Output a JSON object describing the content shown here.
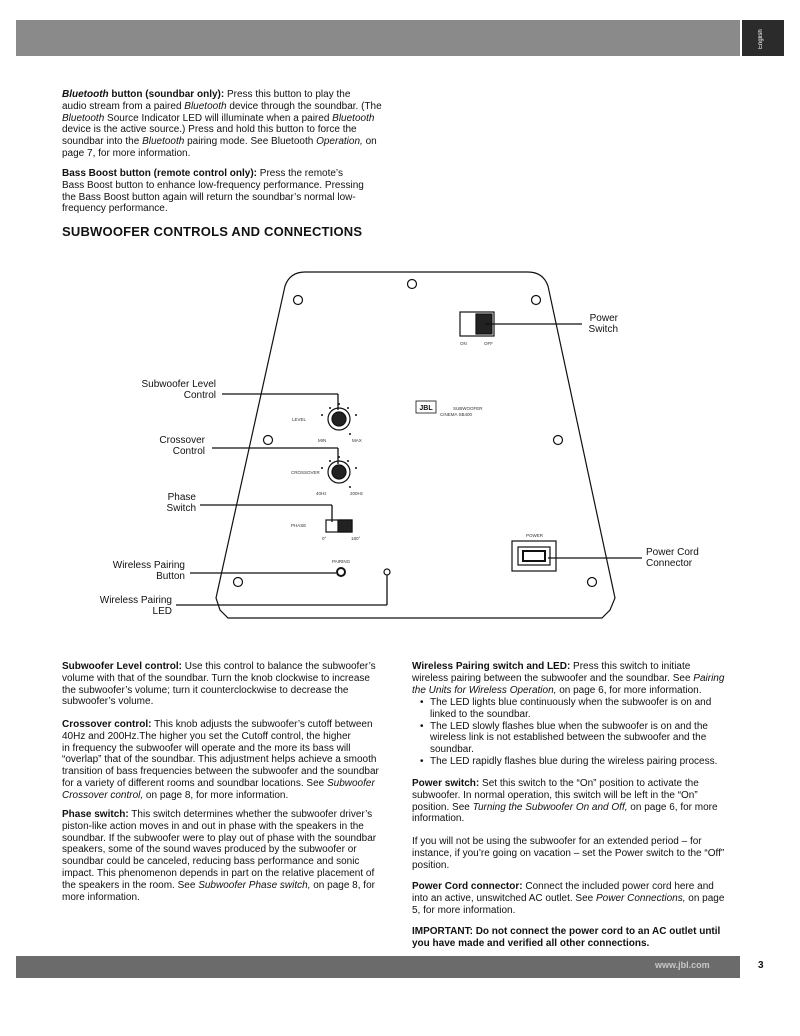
{
  "header": {
    "language_tab": "English"
  },
  "intro": {
    "bluetooth": {
      "term_italic": "Bluetooth",
      "term_rest": " button (soundbar only):",
      "l1": " Press this button to play the",
      "l2a": "audio stream from a paired ",
      "l2i": "Bluetooth",
      "l2b": " device through the soundbar. (The",
      "l3i": "Bluetooth",
      "l3b": " Source Indicator LED will illuminate when a paired ",
      "l3i2": "Bluetooth",
      "l4": "device is the active source.) Press and hold this button to force the",
      "l5a": "soundbar into the ",
      "l5i": "Bluetooth",
      "l5b": " pairing mode. See Bluetooth ",
      "l5i2": "Operation,",
      "l5c": " on",
      "l6": "page 7, for more information."
    },
    "bass_boost": {
      "term": "Bass Boost button (remote control only):",
      "l1": " Press the remote’s",
      "l2": "Bass Boost button to enhance low-frequency performance. Pressing",
      "l3": "the Bass Boost button again will return the soundbar’s normal low-",
      "l4": "frequency performance."
    }
  },
  "section_title": "SUBWOOFER CONTROLS AND CONNECTIONS",
  "diagram": {
    "callouts": {
      "power_switch_1": "Power",
      "power_switch_2": "Switch",
      "level_1": "Subwoofer Level",
      "level_2": "Control",
      "crossover_1": "Crossover",
      "crossover_2": "Control",
      "phase_1": "Phase",
      "phase_2": "Switch",
      "pairing_btn_1": "Wireless Pairing",
      "pairing_btn_2": "Button",
      "pairing_led_1": "Wireless Pairing",
      "pairing_led_2": "LED",
      "power_cord_1": "Power Cord",
      "power_cord_2": "Connector"
    },
    "panel": {
      "on": "ON",
      "off": "OFF",
      "level": "LEVEL",
      "min": "MIN",
      "max": "MAX",
      "crossover": "CROSSOVER",
      "hz40": "40Hz",
      "hz200": "200Hz",
      "phase": "PHASE",
      "phase0": "0°",
      "phase180": "180°",
      "pairing": "PAIRING",
      "power": "POWER",
      "logo": "JBL",
      "logo_sub": "SUBWOOFER",
      "model": "CINEMA SB400"
    }
  },
  "left_col": {
    "level": {
      "term": "Subwoofer Level control:",
      "l1": " Use this control to balance the subwoofer’s",
      "l2": "volume with that of the soundbar. Turn the knob clockwise to increase",
      "l3": "the subwoofer’s volume; turn it counterclockwise to decrease the",
      "l4": "subwoofer’s volume."
    },
    "crossover": {
      "term": "Crossover control:",
      "l1": " This knob adjusts the subwoofer’s cutoff between",
      "l2": "40Hz and 200Hz.The higher you set the Cutoff control, the higher",
      "l3": "in frequency the subwoofer will operate and the more its bass will",
      "l4": "“overlap” that of the soundbar. This adjustment helps achieve a smooth",
      "l5": "transition of bass frequencies between the subwoofer and the soundbar",
      "l6": "for a variety of different rooms and soundbar locations. See ",
      "l6i": "Subwoofer",
      "l7i": "Crossover control,",
      "l7": " on page 8, for more information."
    },
    "phase": {
      "term": "Phase switch:",
      "l1": " This switch determines whether the subwoofer driver’s",
      "l2": "piston-like action moves in and out in phase with the speakers in the",
      "l3": "soundbar. If the subwoofer were to play out of phase with the soundbar",
      "l4": "speakers, some of the sound waves produced by the subwoofer or",
      "l5": "soundbar could be canceled, reducing bass performance and sonic",
      "l6": "impact. This phenomenon depends in part on the relative placement of",
      "l7a": "the speakers in the room. See ",
      "l7i": "Subwoofer Phase switch,",
      "l7b": " on page 8, for",
      "l8": "more information."
    }
  },
  "right_col": {
    "pairing": {
      "term": "Wireless Pairing switch and LED:",
      "l1": " Press this switch to initiate",
      "l2": "wireless pairing between the subwoofer and the soundbar. See ",
      "l2i": "Pairing",
      "l3i": "the Units for Wireless Operation,",
      "l3": " on page 6, for more information.",
      "bullets": [
        {
          "a": "The LED lights blue continuously when the subwoofer is on and",
          "b": "linked to the soundbar."
        },
        {
          "a": "The LED slowly flashes blue when the subwoofer is on and the",
          "b": "wireless link is not established between the subwoofer and the",
          "c": "soundbar."
        },
        {
          "a": "The LED rapidly flashes blue during the wireless pairing process."
        }
      ]
    },
    "power_switch": {
      "term": "Power switch:",
      "l1": " Set this switch to the “On” position to activate the",
      "l2": "subwoofer. In normal operation, this switch will be left in the “On”",
      "l3a": "position. See ",
      "l3i": "Turning the Subwoofer On and Off,",
      "l3b": " on page 6, for more",
      "l4": "information."
    },
    "vacation": {
      "l1": "If you will not be using the subwoofer for an extended period – for",
      "l2": "instance, if you’re going on vacation – set the Power switch to the “Off”",
      "l3": "position."
    },
    "power_cord": {
      "term": "Power Cord connector:",
      "l1": " Connect the included power cord here and",
      "l2a": "into an active, unswitched AC outlet. See ",
      "l2i": "Power Connections,",
      "l2b": " on page",
      "l3": "5, for more information."
    },
    "important": {
      "l1": "IMPORTANT: Do not connect the power cord to an AC outlet until",
      "l2": "you have made and verified all other connections."
    }
  },
  "footer": {
    "url": "www.jbl.com",
    "page": "3"
  }
}
